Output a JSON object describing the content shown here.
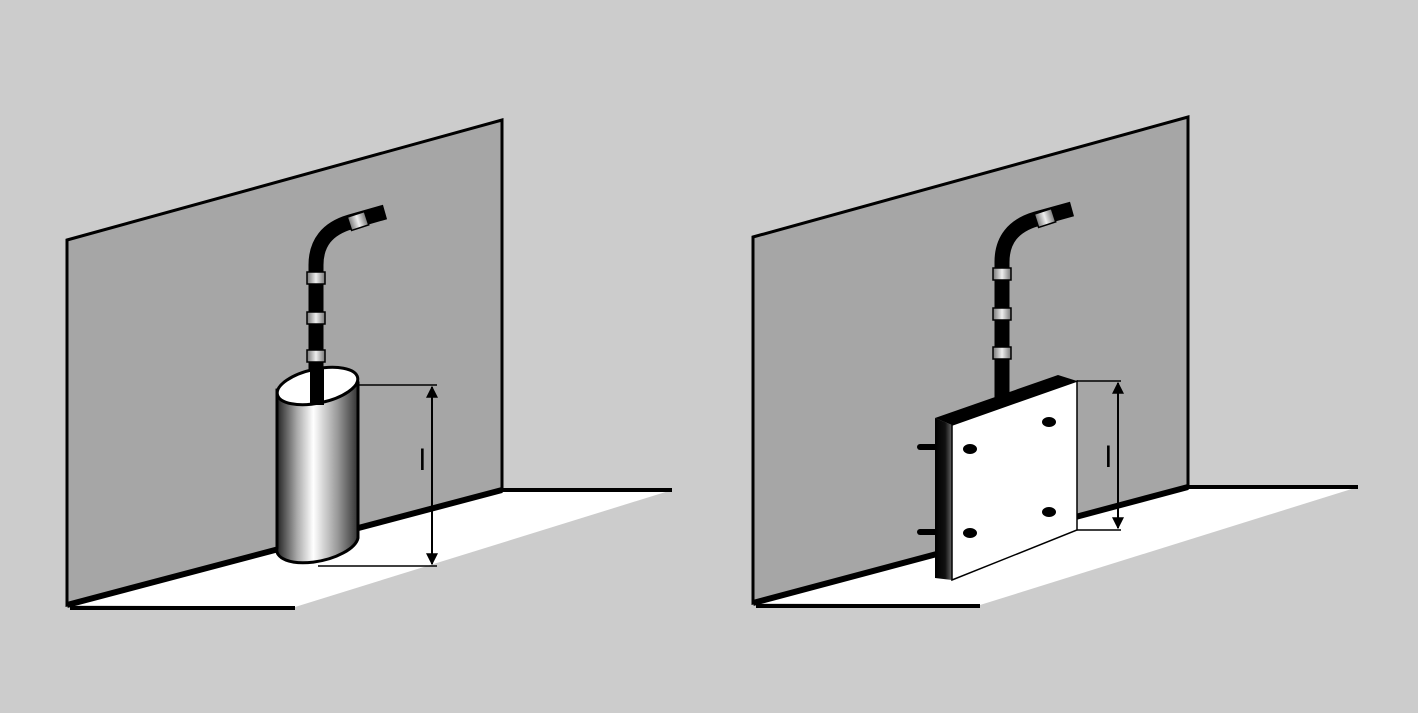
{
  "colors": {
    "background": "#cccccc",
    "wall": "#a6a6a6",
    "floor": "#ffffff",
    "line": "#000000",
    "clamp": "#bfbfbf"
  },
  "panels": [
    {
      "name": "cylinder-guard",
      "dimension_label": "l"
    },
    {
      "name": "plate-guard",
      "dimension_label": "l"
    }
  ]
}
